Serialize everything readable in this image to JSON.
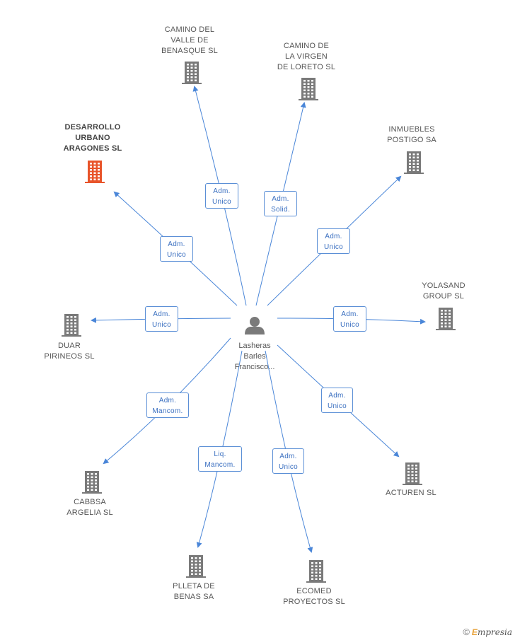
{
  "center": {
    "name": "Lasheras\nBarles\nFrancisco..."
  },
  "nodes": [
    {
      "id": "camino-valle",
      "label": "CAMINO DEL\nVALLE DE\nBENASQUE SL",
      "highlight": false,
      "relation": "Adm.\nUnico"
    },
    {
      "id": "camino-virgen",
      "label": "CAMINO DE\nLA VIRGEN\nDE LORETO SL",
      "highlight": false,
      "relation": "Adm.\nSolid."
    },
    {
      "id": "desarrollo",
      "label": "DESARROLLO\nURBANO\nARAGONES SL",
      "highlight": true,
      "relation": "Adm.\nUnico"
    },
    {
      "id": "inmuebles",
      "label": "INMUEBLES\nPOSTIGO SA",
      "highlight": false,
      "relation": "Adm.\nUnico"
    },
    {
      "id": "yolasand",
      "label": "YOLASAND\nGROUP SL",
      "highlight": false,
      "relation": "Adm.\nUnico"
    },
    {
      "id": "duar",
      "label": "DUAR\nPIRINEOS SL",
      "highlight": false,
      "relation": "Adm.\nUnico"
    },
    {
      "id": "cabbsa",
      "label": "CABBSA\nARGELIA SL",
      "highlight": false,
      "relation": "Adm.\nMancom."
    },
    {
      "id": "pleta",
      "label": "PLLETA DE\nBENAS SA",
      "highlight": false,
      "relation": "Liq.\nMancom."
    },
    {
      "id": "ecomed",
      "label": "ECOMED\nPROYECTOS SL",
      "highlight": false,
      "relation": "Adm.\nUnico"
    },
    {
      "id": "acturen",
      "label": "ACTUREN SL",
      "highlight": false,
      "relation": "Adm.\nUnico"
    }
  ],
  "colors": {
    "edge": "#4a86d8",
    "building": "#7a7a7a",
    "building_highlight": "#e8542a",
    "person": "#7a7a7a"
  },
  "footer": {
    "copyright": "©",
    "brand_initial": "E",
    "brand_rest": "mpresia"
  }
}
